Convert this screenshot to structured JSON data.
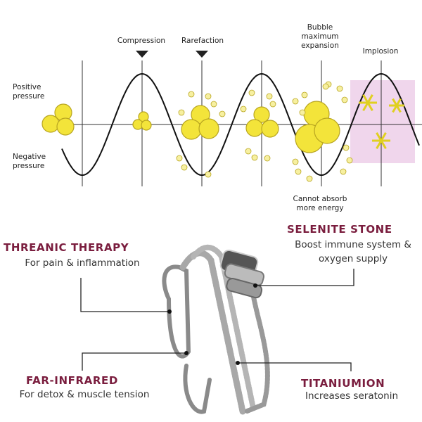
{
  "diagram": {
    "positive_pressure": [
      "Positive",
      "pressure"
    ],
    "negative_pressure": [
      "Negative",
      "pressure"
    ],
    "compression": "Compression",
    "rarefaction": "Rarefaction",
    "bubble_max": [
      "Bubble",
      "maximum",
      "expansion"
    ],
    "implosion": "Implosion",
    "cannot_absorb": [
      "Cannot absorb",
      "more energy"
    ]
  },
  "features": {
    "threanic": {
      "title": "THREANIC THERAPY",
      "desc": [
        "For pain & inflammation"
      ]
    },
    "selenite": {
      "title": "SELENITE STONE",
      "desc": [
        "Boost immune system &",
        "oxygen supply"
      ]
    },
    "far_infrared": {
      "title": "FAR-INFRARED",
      "desc": [
        "For detox & muscle tension"
      ]
    },
    "titanium": {
      "title": "TITANIUMION",
      "desc": [
        "Increases seratonin"
      ]
    }
  },
  "colors": {
    "accent": "#7a1d3e",
    "bubble": "#f3e43a",
    "implosion_bg": "#f0d6ec"
  }
}
